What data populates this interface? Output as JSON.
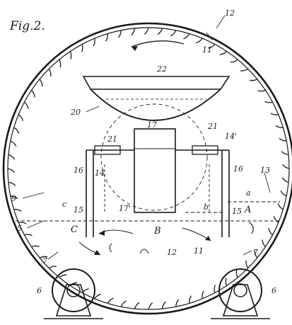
{
  "figure": {
    "title": "Fig.2.",
    "ink_color": "#1a1a1a",
    "paper_color": "#ffffff"
  },
  "labels": {
    "drum_shell": "12",
    "lifter_top": "11",
    "hopper_rim": "22",
    "hopper_bowl": "20",
    "inner_tube": "17",
    "left_bracket": "21",
    "right_bracket": "21",
    "left_clamp": "14",
    "right_clamp": "14'",
    "left_leg": "16",
    "right_leg": "16",
    "drum_interior": "9",
    "left_post": "15",
    "right_post": "15",
    "tube_base": "17'",
    "outer_ring": "5",
    "lifter_right": "13",
    "level_a": "a",
    "level_b": "b",
    "level_c": "c",
    "zone_a": "A",
    "zone_b": "B",
    "zone_c": "C",
    "bottom_shell": "12",
    "bottom_lifter": "11",
    "left_roller_frame": "7",
    "right_roller_frame": "7",
    "left_roller": "6",
    "right_roller": "6"
  }
}
